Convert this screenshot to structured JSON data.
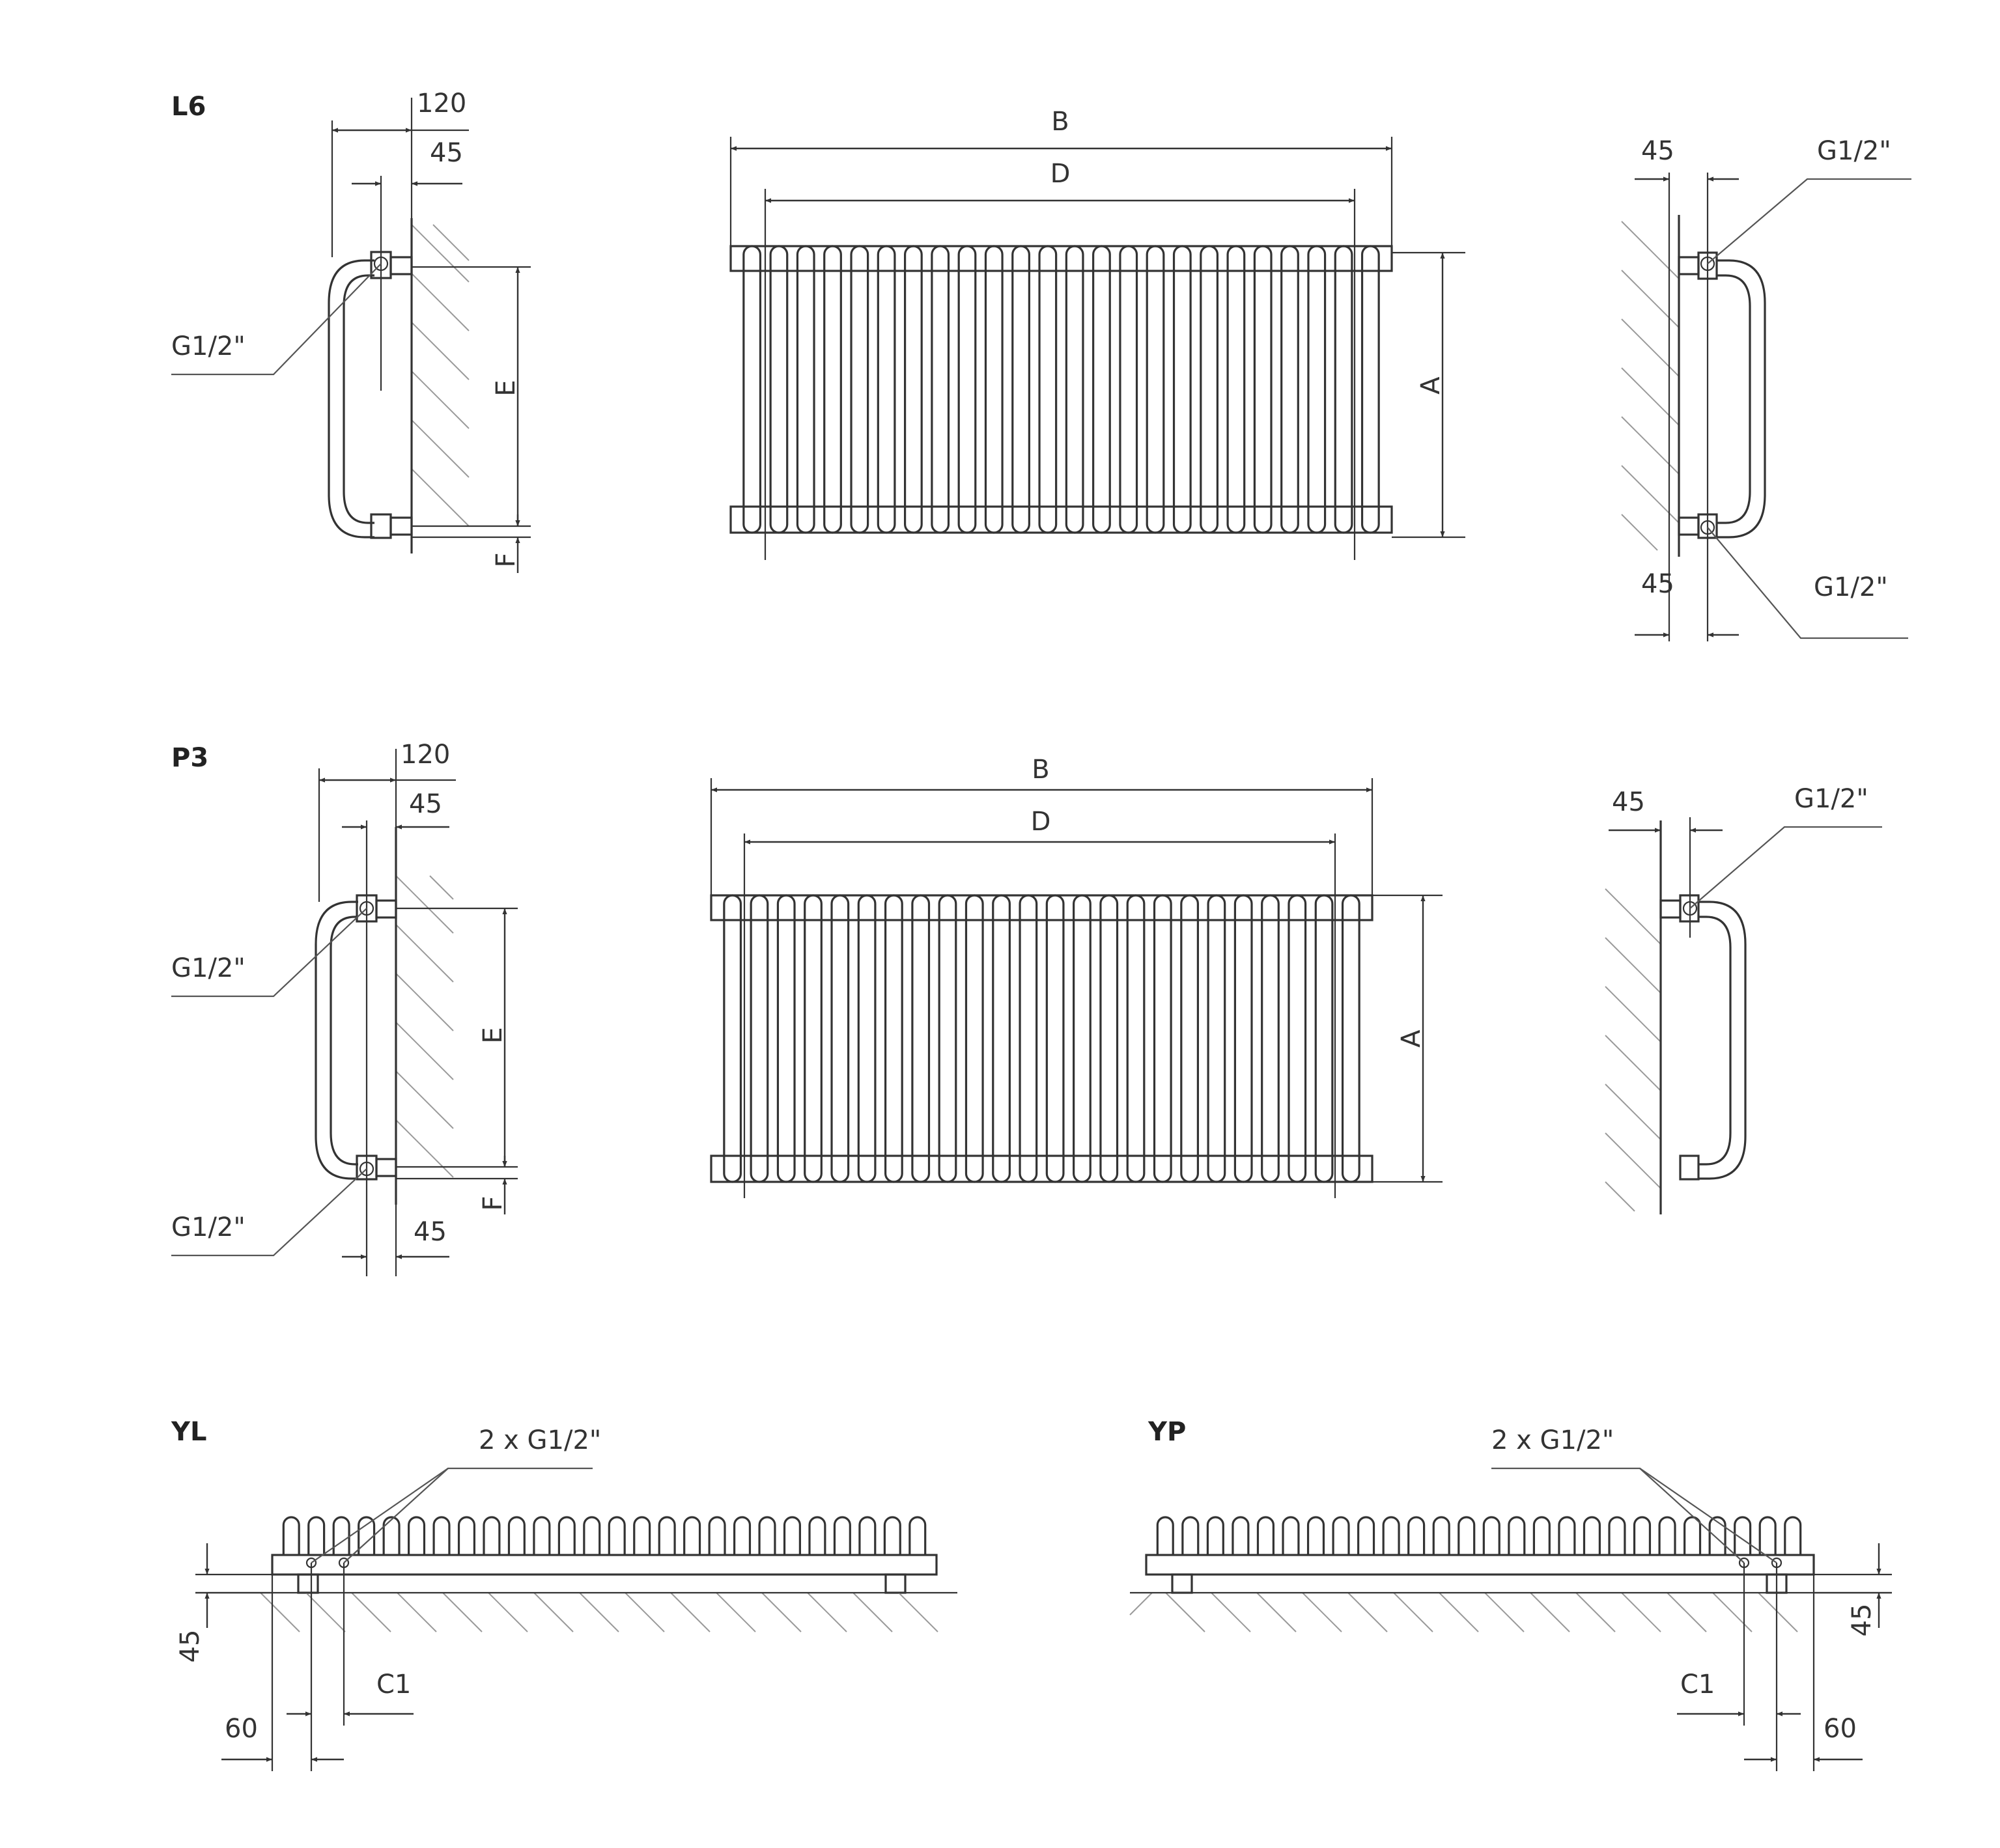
{
  "views": {
    "l6": {
      "title": "L6",
      "side": {
        "depth": "120",
        "axis": "45",
        "thread": "G1/2\"",
        "height": "E",
        "offset": "F"
      },
      "front": {
        "width": "B",
        "spacing": "D",
        "height": "A"
      },
      "right": {
        "top_axis": "45",
        "bottom_axis": "45",
        "top_thread": "G1/2\"",
        "bottom_thread": "G1/2\""
      }
    },
    "p3": {
      "title": "P3",
      "side": {
        "depth": "120",
        "top_axis": "45",
        "bottom_axis": "45",
        "top_thread": "G1/2\"",
        "bottom_thread": "G1/2\"",
        "height": "E",
        "offset": "F"
      },
      "front": {
        "width": "B",
        "spacing": "D",
        "height": "A"
      },
      "right": {
        "axis": "45",
        "thread": "G1/2\""
      }
    },
    "yl": {
      "title": "YL",
      "threads": "2 x G1/2\"",
      "height": "45",
      "c1": "C1",
      "sixty": "60"
    },
    "yp": {
      "title": "YP",
      "threads": "2 x G1/2\"",
      "height": "45",
      "c1": "C1",
      "sixty": "60"
    }
  },
  "colors": {
    "line": "#333333",
    "hatch": "#9a9a9a",
    "background": "#ffffff"
  }
}
